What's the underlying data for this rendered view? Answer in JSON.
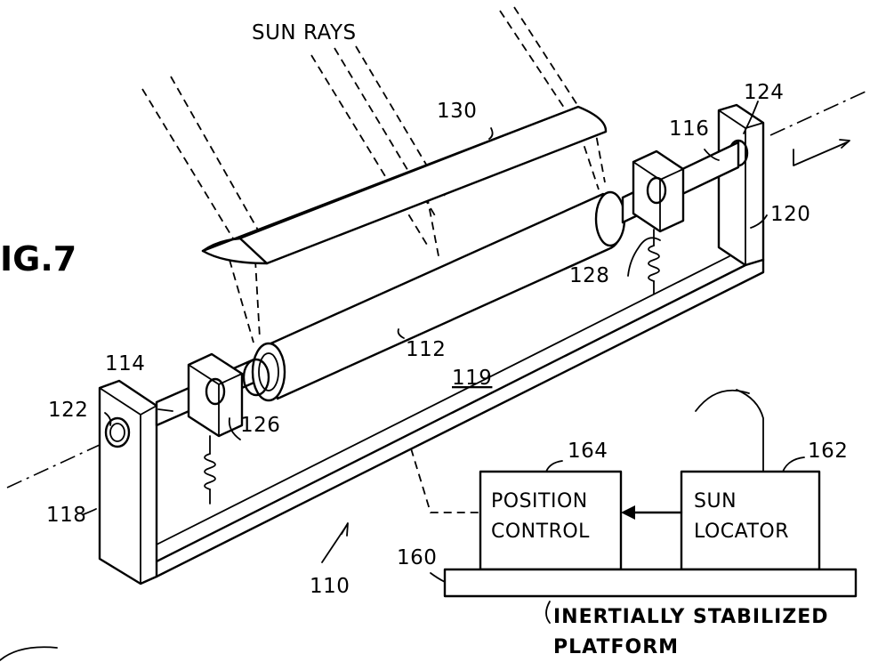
{
  "figure": {
    "fig_label": "IG.7"
  },
  "labels": {
    "sun_rays": "SUN RAYS",
    "ref_130": "130",
    "ref_124": "124",
    "ref_116": "116",
    "ref_120": "120",
    "ref_128": "128",
    "ref_112": "112",
    "ref_119": "119",
    "ref_114": "114",
    "ref_122": "122",
    "ref_126": "126",
    "ref_118": "118",
    "ref_110": "110",
    "ref_164": "164",
    "ref_162": "162",
    "ref_160": "160"
  },
  "blocks": {
    "position_control": {
      "line1": "POSITION",
      "line2": "CONTROL"
    },
    "sun_locator": {
      "line1": "SUN",
      "line2": "LOCATOR"
    }
  },
  "platform": {
    "line1": "INERTIALLY STABILIZED",
    "line2": "PLATFORM"
  }
}
